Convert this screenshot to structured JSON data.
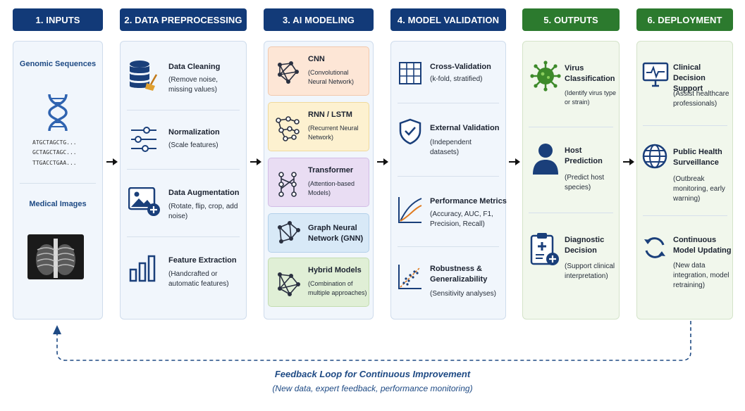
{
  "stages": {
    "inputs": "1. INPUTS",
    "preprocessing": "2. DATA PREPROCESSING",
    "modeling": "3. AI MODELING",
    "validation": "4. MODEL VALIDATION",
    "outputs": "5. OUTPUTS",
    "deployment": "6. DEPLOYMENT"
  },
  "colors": {
    "navy": "#123a78",
    "green": "#2c7a2e",
    "accent": "#1e4a84"
  },
  "inputs": {
    "genomic_title": "Genomic Sequences",
    "sequences": [
      "ATGCTAGCTG...",
      "GCTAGCTAGC...",
      "TTGACCTGAA..."
    ],
    "medical_title": "Medical Images"
  },
  "preprocessing": [
    {
      "title": "Data Cleaning",
      "desc": "(Remove noise, missing values)",
      "icon": "database-broom-icon"
    },
    {
      "title": "Normalization",
      "desc": "(Scale features)",
      "icon": "sliders-icon"
    },
    {
      "title": "Data Augmentation",
      "desc": "(Rotate, flip, crop, add noise)",
      "icon": "image-plus-icon"
    },
    {
      "title": "Feature Extraction",
      "desc": "(Handcrafted or automatic features)",
      "icon": "bar-chart-icon"
    }
  ],
  "models": [
    {
      "title": "CNN",
      "desc": "(Convolutional Neural Network)",
      "color": "#fde6d6"
    },
    {
      "title": "RNN / LSTM",
      "desc": "(Recurrent Neural Network)",
      "color": "#fdf1d0"
    },
    {
      "title": "Transformer",
      "desc": "(Attention-based Models)",
      "color": "#e9ddf3"
    },
    {
      "title": "Graph Neural Network (GNN)",
      "desc": "",
      "color": "#d8e9f7"
    },
    {
      "title": "Hybrid Models",
      "desc": "(Combination of multiple approaches)",
      "color": "#e0efd6"
    }
  ],
  "validation": [
    {
      "title": "Cross-Validation",
      "desc": "(k-fold, stratified)",
      "icon": "table-grid-icon"
    },
    {
      "title": "External Validation",
      "desc": "(Independent datasets)",
      "icon": "shield-check-icon"
    },
    {
      "title": "Performance Metrics",
      "desc": "(Accuracy, AUC, F1, Precision, Recall)",
      "icon": "curve-chart-icon"
    },
    {
      "title": "Robustness & Generalizability",
      "desc": "(Sensitivity analyses)",
      "icon": "scatter-icon"
    }
  ],
  "outputs": [
    {
      "title": "Virus Classification",
      "desc": "(Identify virus type or strain)",
      "icon": "virus-icon"
    },
    {
      "title": "Host Prediction",
      "desc": "(Predict host species)",
      "icon": "person-icon"
    },
    {
      "title": "Diagnostic Decision",
      "desc": "(Support clinical interpretation)",
      "icon": "clipboard-medical-icon"
    }
  ],
  "deployment": [
    {
      "title": "Clinical Decision Support",
      "desc": "(Assist healthcare professionals)",
      "icon": "monitor-pulse-icon"
    },
    {
      "title": "Public Health Surveillance",
      "desc": "(Outbreak monitoring, early warning)",
      "icon": "globe-icon"
    },
    {
      "title": "Continuous Model Updating",
      "desc": "(New data integration, model retraining)",
      "icon": "refresh-icon"
    }
  ],
  "feedback": {
    "title": "Feedback Loop for Continuous Improvement",
    "subtitle": "(New data, expert feedback, performance monitoring)"
  }
}
